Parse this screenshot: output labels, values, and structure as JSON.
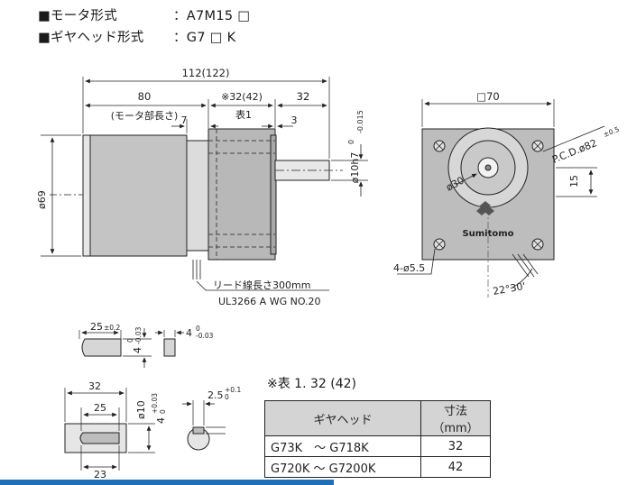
{
  "header": {
    "motor_label": "■モータ形式",
    "motor_value": "：A7M15 □",
    "gear_label": "■ギヤヘッド形式",
    "gear_value": "：G7 □ K"
  },
  "dims": {
    "overall": "112(122)",
    "motor_len": "80",
    "motor_len_note": "(モータ部長さ)",
    "gear_len": "※32(42)",
    "gear_len_note": "表1",
    "shaft_len": "32",
    "d7": "7",
    "d3": "3",
    "shaft_dia": "ø10h7",
    "shaft_tol_upper": "0",
    "shaft_tol_lower": "-0.015",
    "body_dia": "ø69",
    "lead_text": "リード線長さ300mm",
    "lead_spec": "UL3266 A WG NO.20",
    "square": "□70",
    "pcd": "P.C.D.ø82",
    "pcd_tol": "±0.5",
    "hub_dia": "ø30",
    "d15": "15",
    "holes": "4-ø5.5",
    "angle": "22°30'",
    "logo": "Sumitomo",
    "key_len": "25",
    "key_len_tol": "±0.2",
    "key_w": "4",
    "key_w_tol_upper": "0",
    "key_w_tol_lower": "-0.03",
    "key_h": "4",
    "key_h_tol_upper": "0",
    "key_h_tol_lower": "-0.03",
    "shaft_32": "32",
    "shaft_25": "25",
    "shaft_23": "23",
    "shaft_d10": "ø10",
    "keyseat_4": "4",
    "keyseat_tol_upper": "+0.03",
    "keyseat_tol_lower": "0",
    "keyseat_depth": "2.5",
    "keyseat_depth_tol_upper": "+0.1",
    "keyseat_depth_tol_lower": "0"
  },
  "table": {
    "note": "※表 1. 32 (42)",
    "headers": [
      "ギヤヘッド",
      "寸法（mm）"
    ],
    "rows": [
      {
        "model": "G73K　～ G718K",
        "size": "32"
      },
      {
        "model": "G720K ～ G7200K",
        "size": "42"
      }
    ]
  },
  "colors": {
    "accent_bar": "#1f6fb8",
    "table_header": "#d4d4d4",
    "housing_fill": "#c8c8c8"
  }
}
